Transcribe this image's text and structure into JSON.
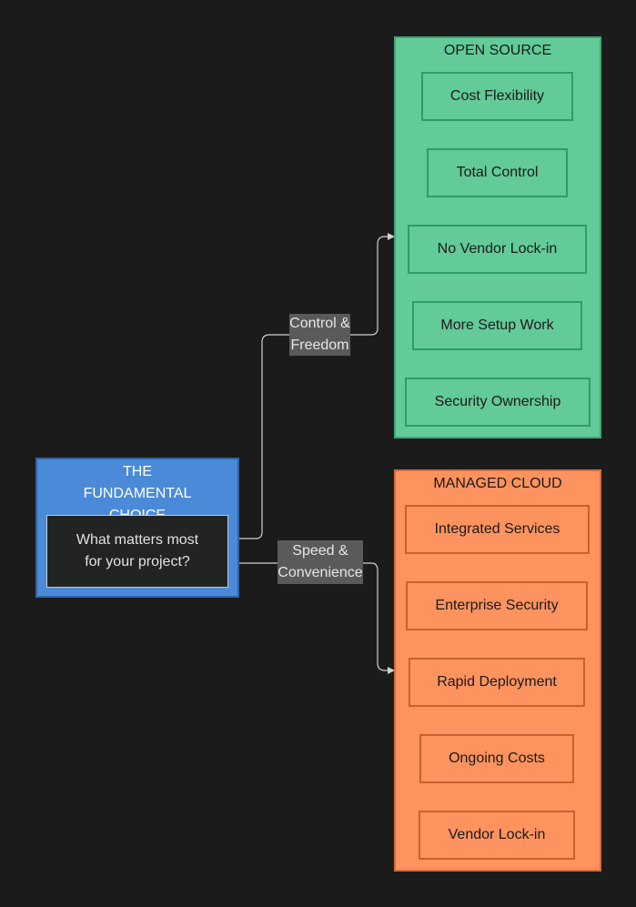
{
  "diagram": {
    "root_group": {
      "title": "THE FUNDAMENTAL CHOICE",
      "question": "What matters most for your project?"
    },
    "open_source": {
      "title": "OPEN SOURCE",
      "items": [
        "Cost Flexibility",
        "Total Control",
        "No Vendor Lock-in",
        "More Setup Work",
        "Security Ownership"
      ]
    },
    "managed_cloud": {
      "title": "MANAGED CLOUD",
      "items": [
        "Integrated Services",
        "Enterprise Security",
        "Rapid Deployment",
        "Ongoing Costs",
        "Vendor Lock-in"
      ]
    },
    "edges": [
      {
        "from": "What matters most for your project?",
        "to": "OPEN SOURCE",
        "label": "Control & Freedom"
      },
      {
        "from": "What matters most for your project?",
        "to": "MANAGED CLOUD",
        "label": "Speed & Convenience"
      }
    ],
    "colors": {
      "background": "#1b1b1b",
      "root_group": "#4a8ad8",
      "open_source": "#62cb98",
      "managed_cloud": "#fe935f",
      "edge_label_bg": "#5a5a5a",
      "edge_line": "#d0d0d0"
    }
  }
}
